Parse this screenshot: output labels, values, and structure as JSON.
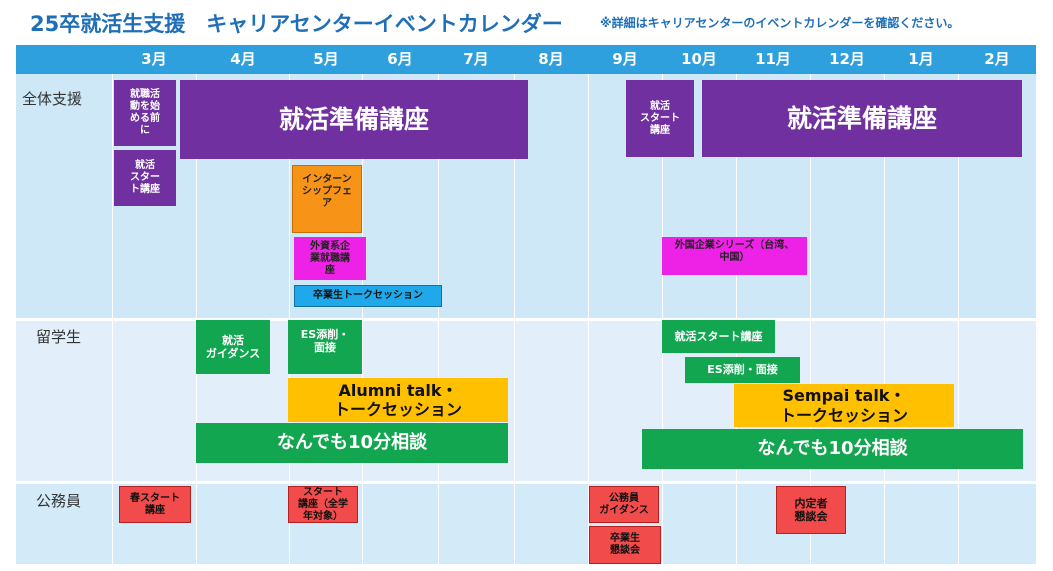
{
  "header": {
    "title": "25卒就活生支援　キャリアセンターイベントカレンダー",
    "note": "※詳細はキャリアセンターのイベントカレンダーを確認ください。"
  },
  "months": [
    "3月",
    "4月",
    "5月",
    "6月",
    "7月",
    "8月",
    "9月",
    "10月",
    "11月",
    "12月",
    "1月",
    "2月"
  ],
  "rows": {
    "general": "全体支援",
    "international": "留学生",
    "civil_service": "公務員"
  },
  "events": {
    "general": {
      "before_job_hunt": "就職活\n動を始\nめる前\nに",
      "start_seminar_spring": "就活\nスター\nト講座",
      "prep_seminar_spring": "就活準備講座",
      "start_seminar_fall": "就活\nスタート\n講座",
      "prep_seminar_fall": "就活準備講座",
      "internship_fair": "インターン\nシップフェ\nア",
      "foreign_company_seminar": "外資系企\n業就職講\n座",
      "alumni_talk_session": "卒業生トークセッション",
      "foreign_company_series": "外国企業シリーズ（台湾、\n中国）"
    },
    "international": {
      "guidance": "就活\nガイダンス",
      "es_interview_spring": "ES添削・\n面接",
      "alumni_talk": "Alumni talk・\nトークセッション",
      "consult_spring": "なんでも10分相談",
      "start_seminar": "就活スタート講座",
      "es_interview_fall": "ES添削・面接",
      "sempai_talk": "Sempai talk・\nトークセッション",
      "consult_fall": "なんでも10分相談"
    },
    "civil_service": {
      "spring_start": "春スタート\n講座",
      "start_all_years": "スタート\n講座（全学\n年対象）",
      "guidance": "公務員\nガイダンス",
      "alumni_meetup": "卒業生\n懇談会",
      "offer_meetup": "内定者\n懇談会"
    }
  },
  "colors": {
    "title": "#1f6fb8",
    "month_bar": "#2ea0dd",
    "band_general": "#cfe8f7",
    "band_international": "#e2eef9",
    "band_civil": "#d3ebf9",
    "prep_seminar": "#7030a0",
    "consultation": "#12a650",
    "talk_session": "#ffc000",
    "civil_event": "#f24b4b",
    "foreign_event": "#ee22e6",
    "fair": "#f79418",
    "alumni_session": "#1fa9ea"
  }
}
